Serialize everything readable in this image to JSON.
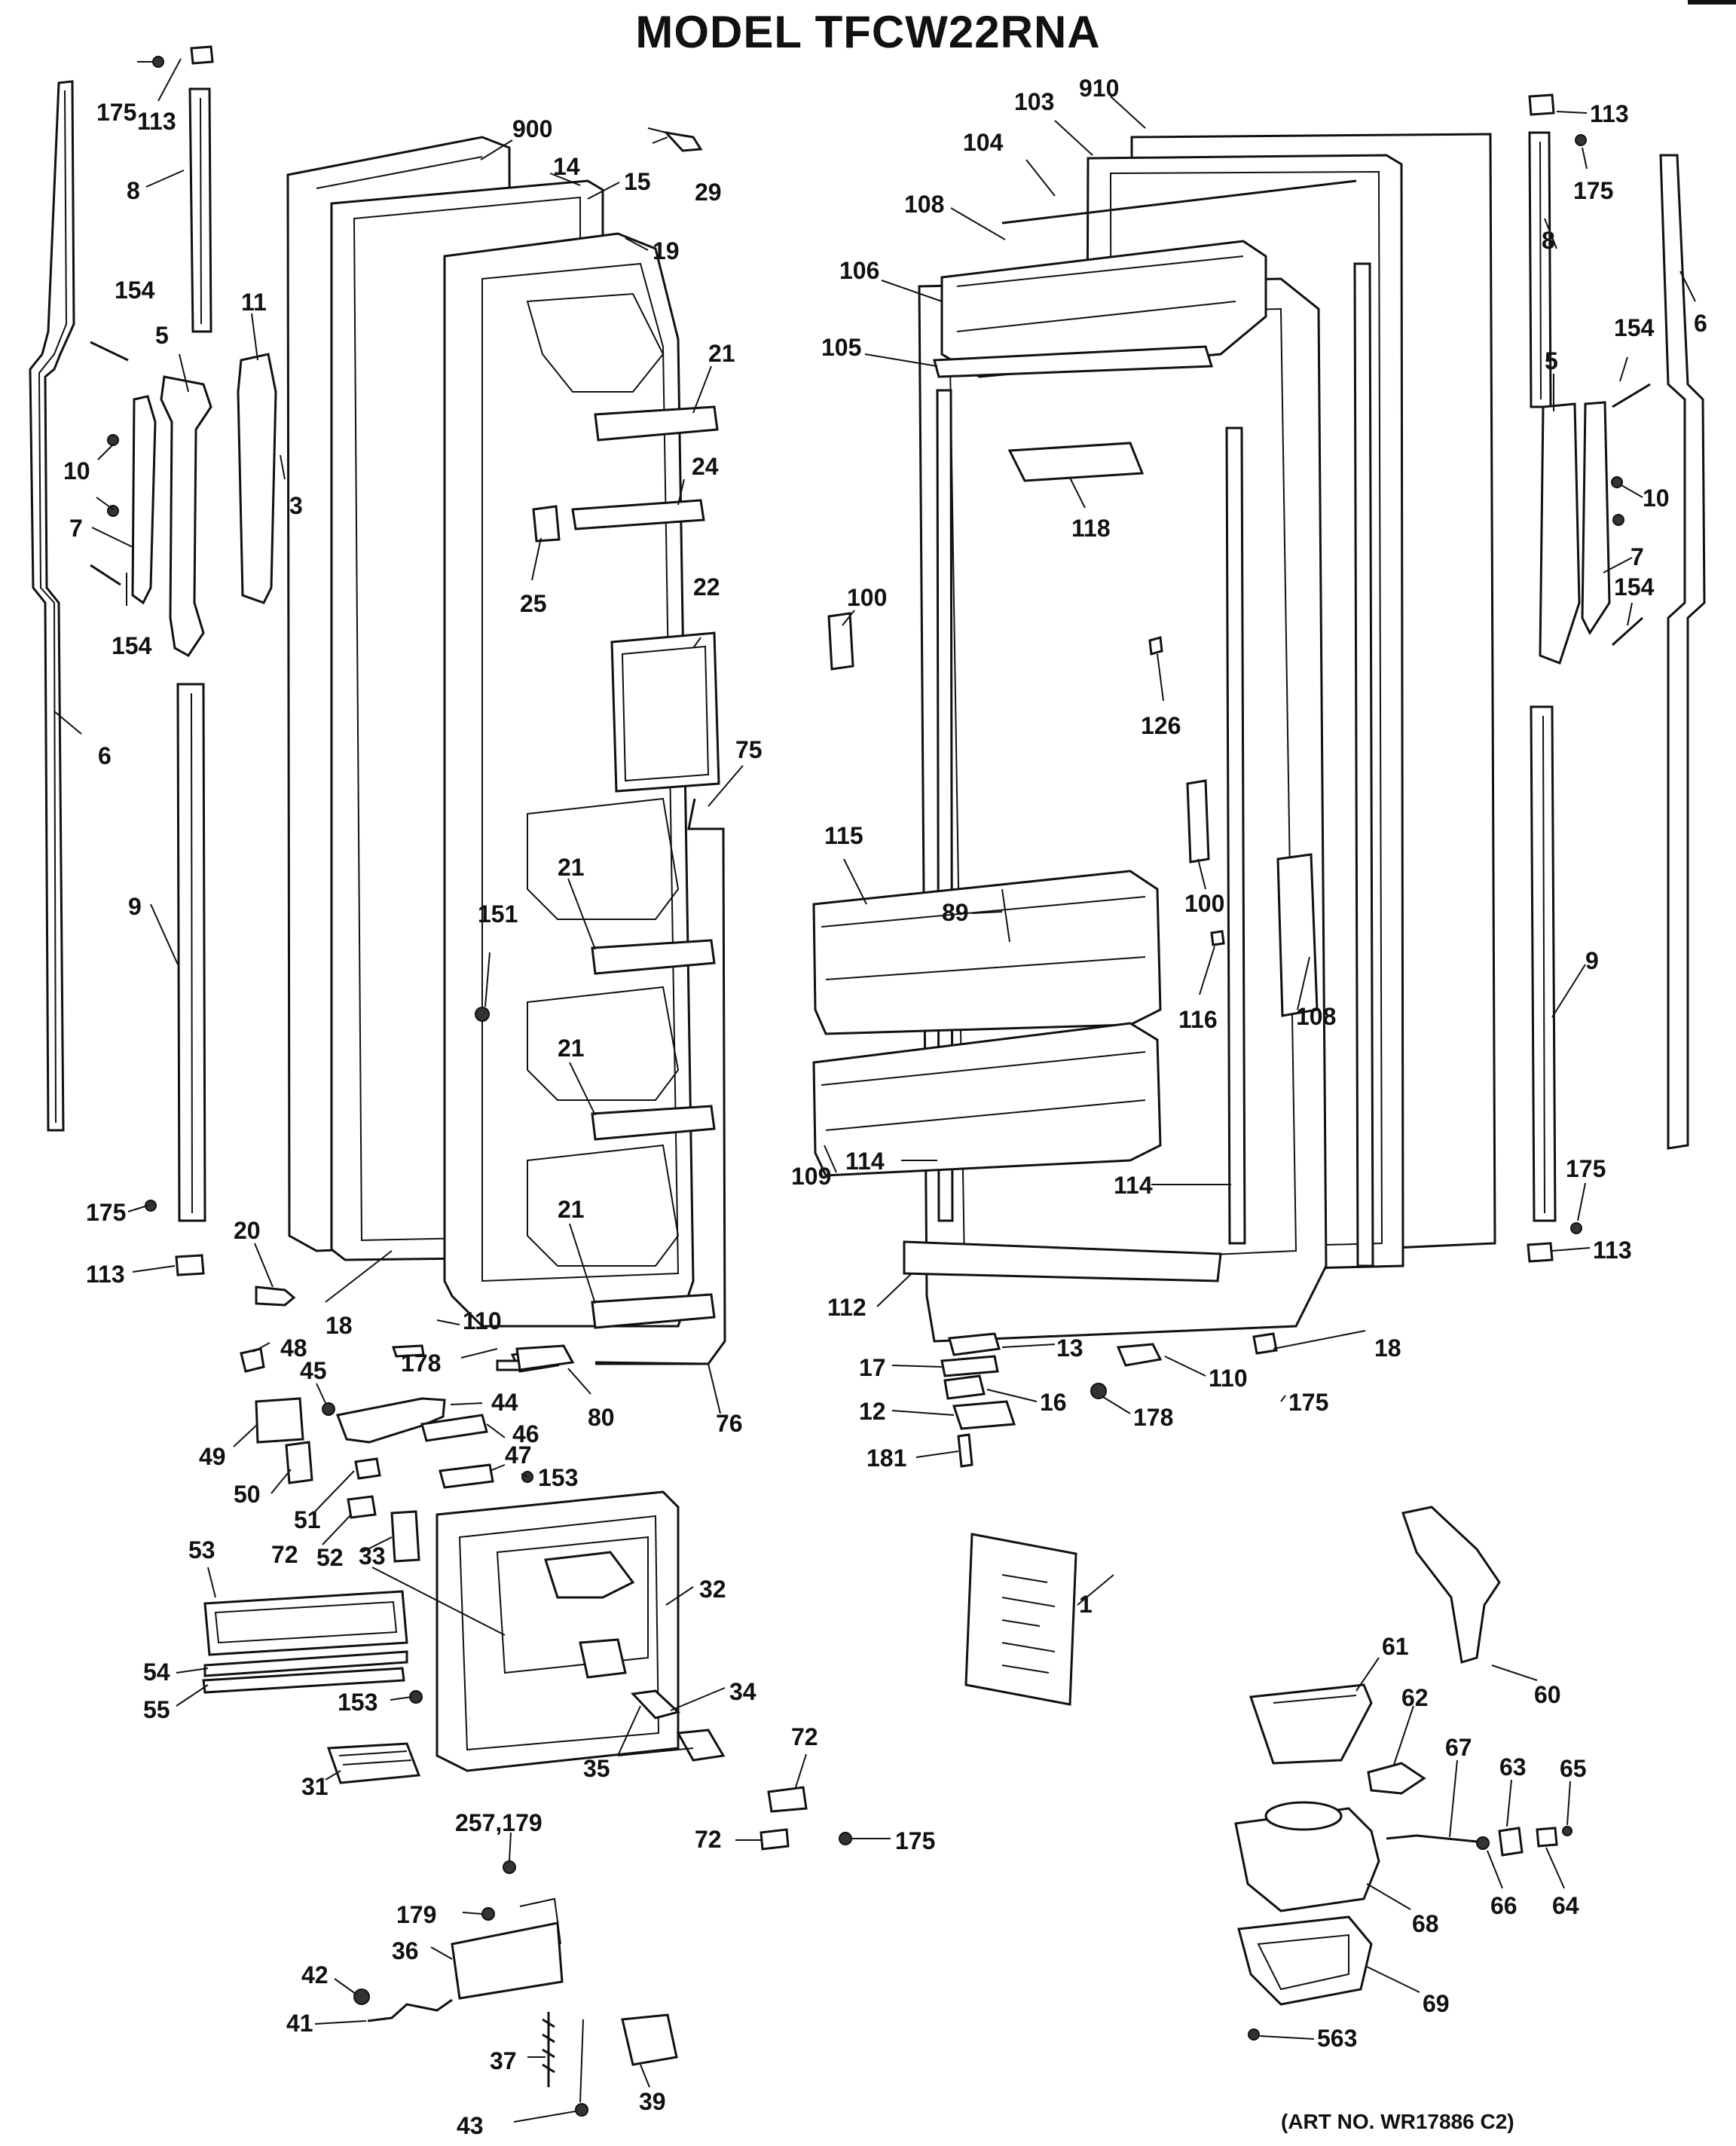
{
  "title": "MODEL TFCW22RNA",
  "art_number": "(ART NO. WR17886 C2)",
  "labels": {
    "l175a": "175",
    "l113a": "113",
    "l8a": "8",
    "l154a": "154",
    "l5a": "5",
    "l11": "11",
    "l10a": "10",
    "l3": "3",
    "l7a": "7",
    "l154b": "154",
    "l6a": "6",
    "l9a": "9",
    "l175b": "175",
    "l113b": "113",
    "l20": "20",
    "l18a": "18",
    "l900": "900",
    "l14": "14",
    "l15": "15",
    "l29": "29",
    "l19": "19",
    "l21a": "21",
    "l24": "24",
    "l25": "25",
    "l22": "22",
    "l75": "75",
    "l21b": "21",
    "l151": "151",
    "l21c": "21",
    "l21d": "21",
    "l110a": "110",
    "l178a": "178",
    "l80": "80",
    "l76": "76",
    "l48": "48",
    "l45": "45",
    "l44": "44",
    "l49": "49",
    "l46": "46",
    "l50": "50",
    "l47": "47",
    "l153a": "153",
    "l51": "51",
    "l72a": "72",
    "l52": "52",
    "l53": "53",
    "l33": "33",
    "l32": "32",
    "l54": "54",
    "l55": "55",
    "l153b": "153",
    "l34": "34",
    "l31": "31",
    "l35": "35",
    "l72b": "72",
    "l72c": "72",
    "l175c": "175",
    "l257": "257,179",
    "l179": "179",
    "l36": "36",
    "l42": "42",
    "l41": "41",
    "l37": "37",
    "l39": "39",
    "l43": "43",
    "l910": "910",
    "l103": "103",
    "l104": "104",
    "l108a": "108",
    "l106": "106",
    "l105": "105",
    "l118": "118",
    "l100a": "100",
    "l126": "126",
    "l100b": "100",
    "l115": "115",
    "l89": "89",
    "l116": "116",
    "l108b": "108",
    "l109": "109",
    "l114a": "114",
    "l114b": "114",
    "l112": "112",
    "l13": "13",
    "l17": "17",
    "l16": "16",
    "l12": "12",
    "l181": "181",
    "l110b": "110",
    "l178b": "178",
    "l175d": "175",
    "l18b": "18",
    "l1": "1",
    "l113c": "113",
    "l175e": "175",
    "l8b": "8",
    "l6b": "6",
    "l154c": "154",
    "l5b": "5",
    "l10b": "10",
    "l7b": "7",
    "l154d": "154",
    "l9b": "9",
    "l175f": "175",
    "l113d": "113",
    "l60": "60",
    "l61": "61",
    "l62": "62",
    "l67": "67",
    "l63": "63",
    "l65": "65",
    "l66": "66",
    "l64": "64",
    "l68": "68",
    "l69": "69",
    "l563": "563"
  }
}
